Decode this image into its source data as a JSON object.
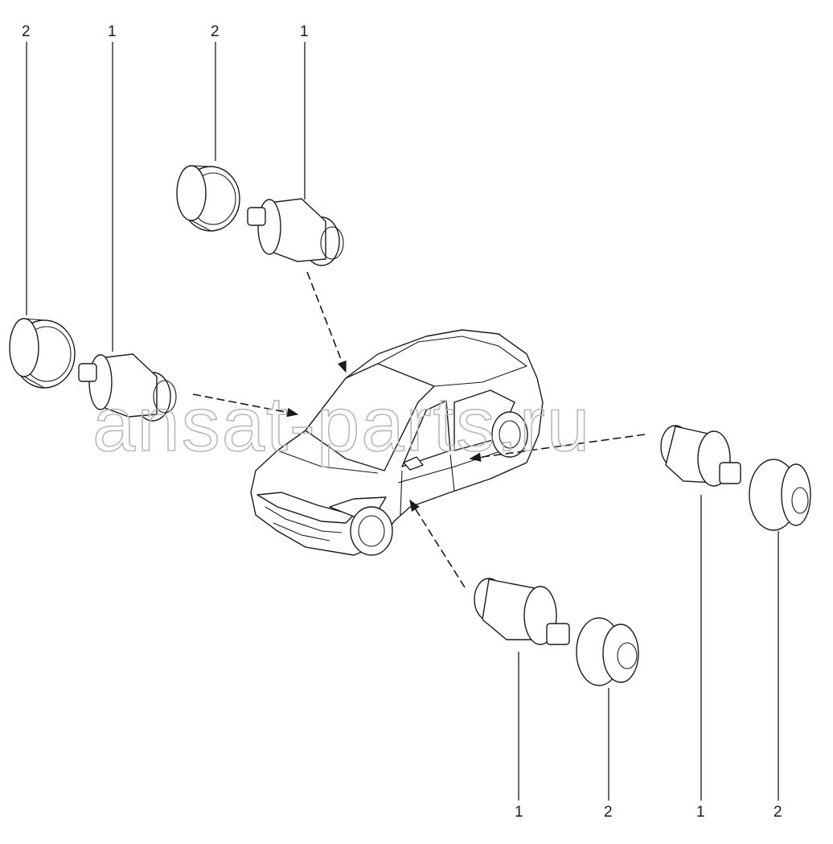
{
  "watermark": "ansat-parts.ru",
  "callouts": {
    "c1": "2",
    "c2": "1",
    "c3": "2",
    "c4": "1",
    "c5": "1",
    "c6": "2",
    "c7": "1",
    "c8": "2"
  },
  "colors": {
    "line": "#1a1a1a",
    "watermark": "#b8b8b8",
    "background": "#ffffff"
  }
}
